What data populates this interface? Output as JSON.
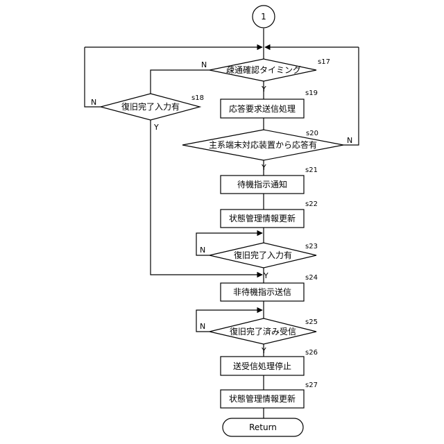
{
  "connector": {
    "label": "1"
  },
  "steps": {
    "s17": {
      "id": "s17",
      "label": "疎通確認タイミング"
    },
    "s18": {
      "id": "s18",
      "label": "復旧完了入力有"
    },
    "s19": {
      "id": "s19",
      "label": "応答要求送信処理"
    },
    "s20": {
      "id": "s20",
      "label": "主系端末対応装置から応答有"
    },
    "s21": {
      "id": "s21",
      "label": "待機指示通知"
    },
    "s22": {
      "id": "s22",
      "label": "状態管理情報更新"
    },
    "s23": {
      "id": "s23",
      "label": "復旧完了入力有"
    },
    "s24": {
      "id": "s24",
      "label": "非待機指示送信"
    },
    "s25": {
      "id": "s25",
      "label": "復旧完了済み受信"
    },
    "s26": {
      "id": "s26",
      "label": "送受信処理停止"
    },
    "s27": {
      "id": "s27",
      "label": "状態管理情報更新"
    }
  },
  "branch": {
    "yes": "Y",
    "no": "N"
  },
  "terminal": {
    "label": "Return"
  }
}
